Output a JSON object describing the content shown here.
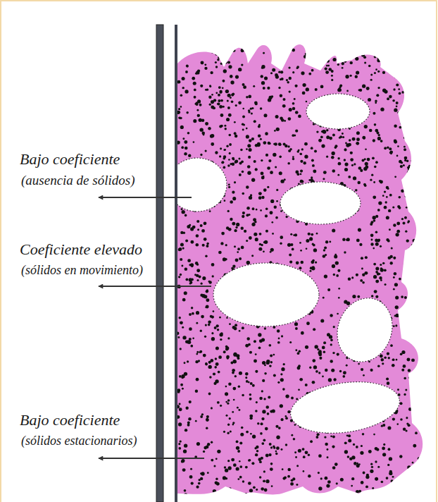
{
  "diagram": {
    "labels": [
      "Bajo coeficiente",
      "(ausencia de sólidos)",
      "Coeficiente elevado",
      "(sólidos en movimiento)",
      "Bajo coeficiente",
      "(sólidos estacionarios)"
    ]
  }
}
